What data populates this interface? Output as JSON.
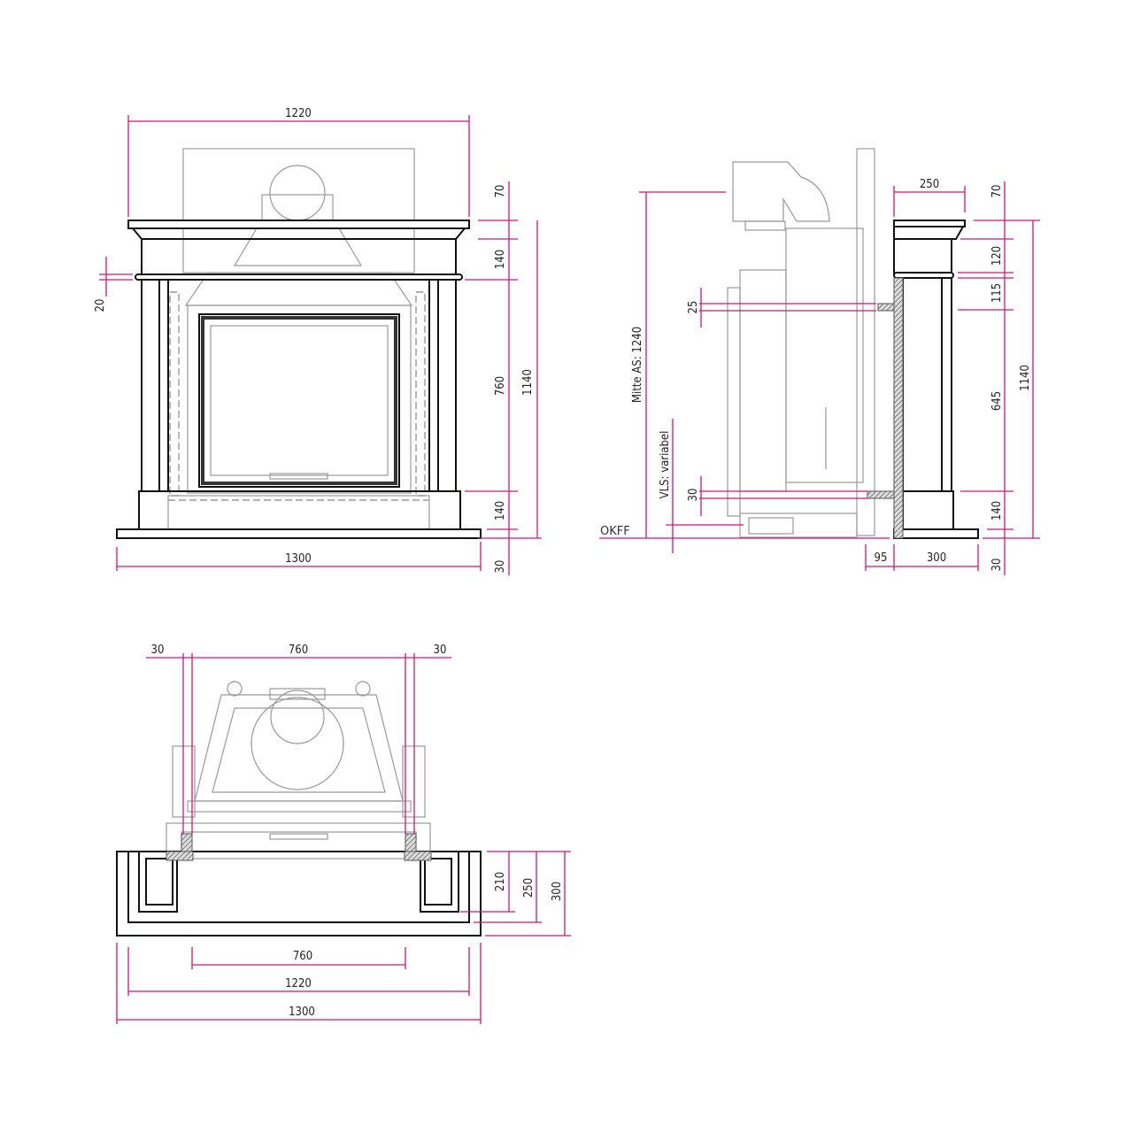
{
  "colors": {
    "dimension": "#d3147a",
    "outline": "#111111",
    "insert": "#999999"
  },
  "front_view": {
    "dims": {
      "mantel_width": "1220",
      "shelf_height": "70",
      "frieze_height": "140",
      "band_height": "20",
      "opening_height": "760",
      "total_height": "1140",
      "plinth_height": "140",
      "base_width": "1300",
      "base_height": "30"
    }
  },
  "side_view": {
    "dims": {
      "depth_top": "250",
      "shelf_height": "70",
      "frieze_height": "120",
      "band_height": "115",
      "total_height": "1140",
      "column_height": "645",
      "plinth_height": "140",
      "base_height": "30",
      "wall_gap": "95",
      "base_depth": "300",
      "upper_offset": "25",
      "lower_offset": "30"
    },
    "labels": {
      "flue_center": "Mitte AS: 1240",
      "vls": "VLS: variabel",
      "floor": "OKFF"
    }
  },
  "top_view": {
    "dims": {
      "left_wall": "30",
      "opening_width": "760",
      "right_wall": "30",
      "depth_inner": "210",
      "depth_mid": "250",
      "depth_total": "300",
      "bottom_opening": "760",
      "bottom_mantel": "1220",
      "bottom_base": "1300"
    }
  }
}
